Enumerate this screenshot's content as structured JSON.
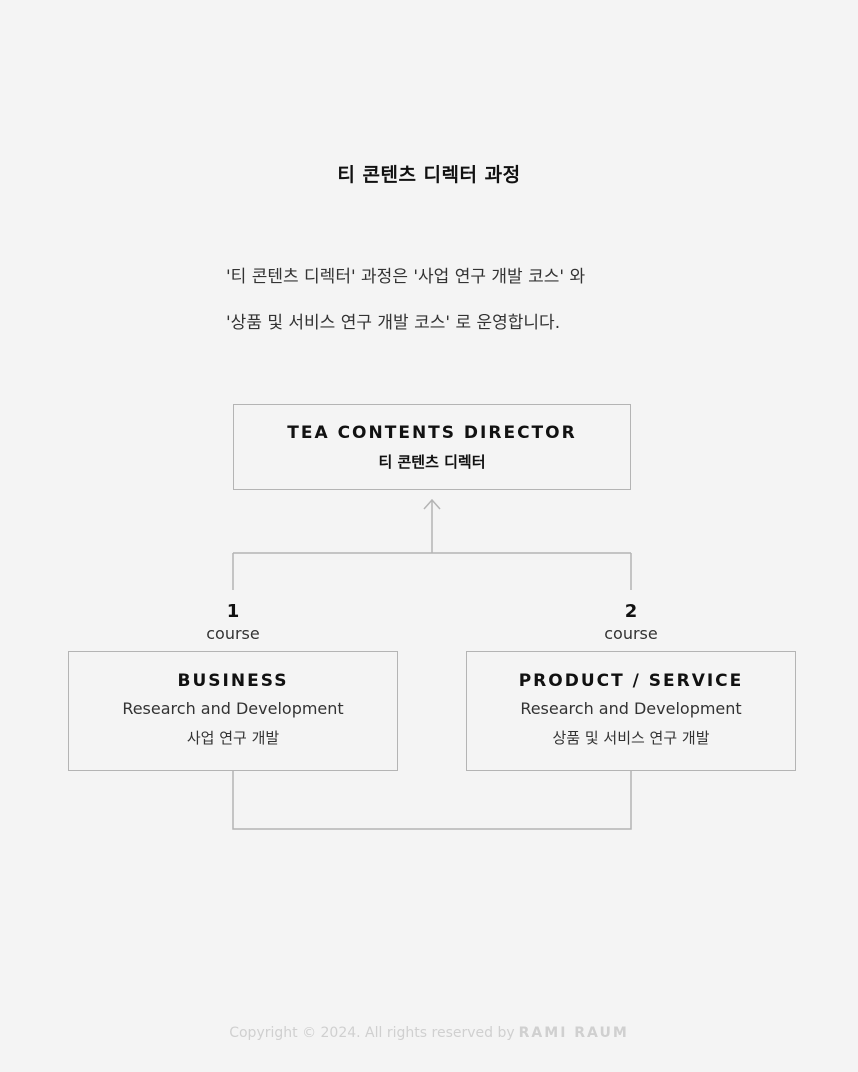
{
  "title": "티 콘텐츠 디렉터 과정",
  "intro": {
    "line1": "'티 콘텐츠 디렉터' 과정은 '사업 연구 개발 코스' 와",
    "line2": "'상품 및 서비스 연구 개발 코스' 로 운영합니다."
  },
  "diagram": {
    "top_box": {
      "en": "TEA CONTENTS DIRECTOR",
      "ko": "티 콘텐츠 디렉터"
    },
    "courses": [
      {
        "number": "1",
        "label": "course",
        "en": "BUSINESS",
        "sub": "Research and Development",
        "ko": "사업 연구 개발"
      },
      {
        "number": "2",
        "label": "course",
        "en": "PRODUCT / SERVICE",
        "sub": "Research and Development",
        "ko": "상품 및 서비스 연구 개발"
      }
    ]
  },
  "footer": {
    "copyright": "Copyright © 2024. All rights reserved by",
    "brand": "RAMI RAUM"
  },
  "colors": {
    "background": "#f4f4f4",
    "line": "#b4b4b4",
    "text": "#1f1f1f",
    "footer": "#d0d0d0"
  },
  "icons": {
    "connector_arrow": "arrow-up-icon"
  }
}
